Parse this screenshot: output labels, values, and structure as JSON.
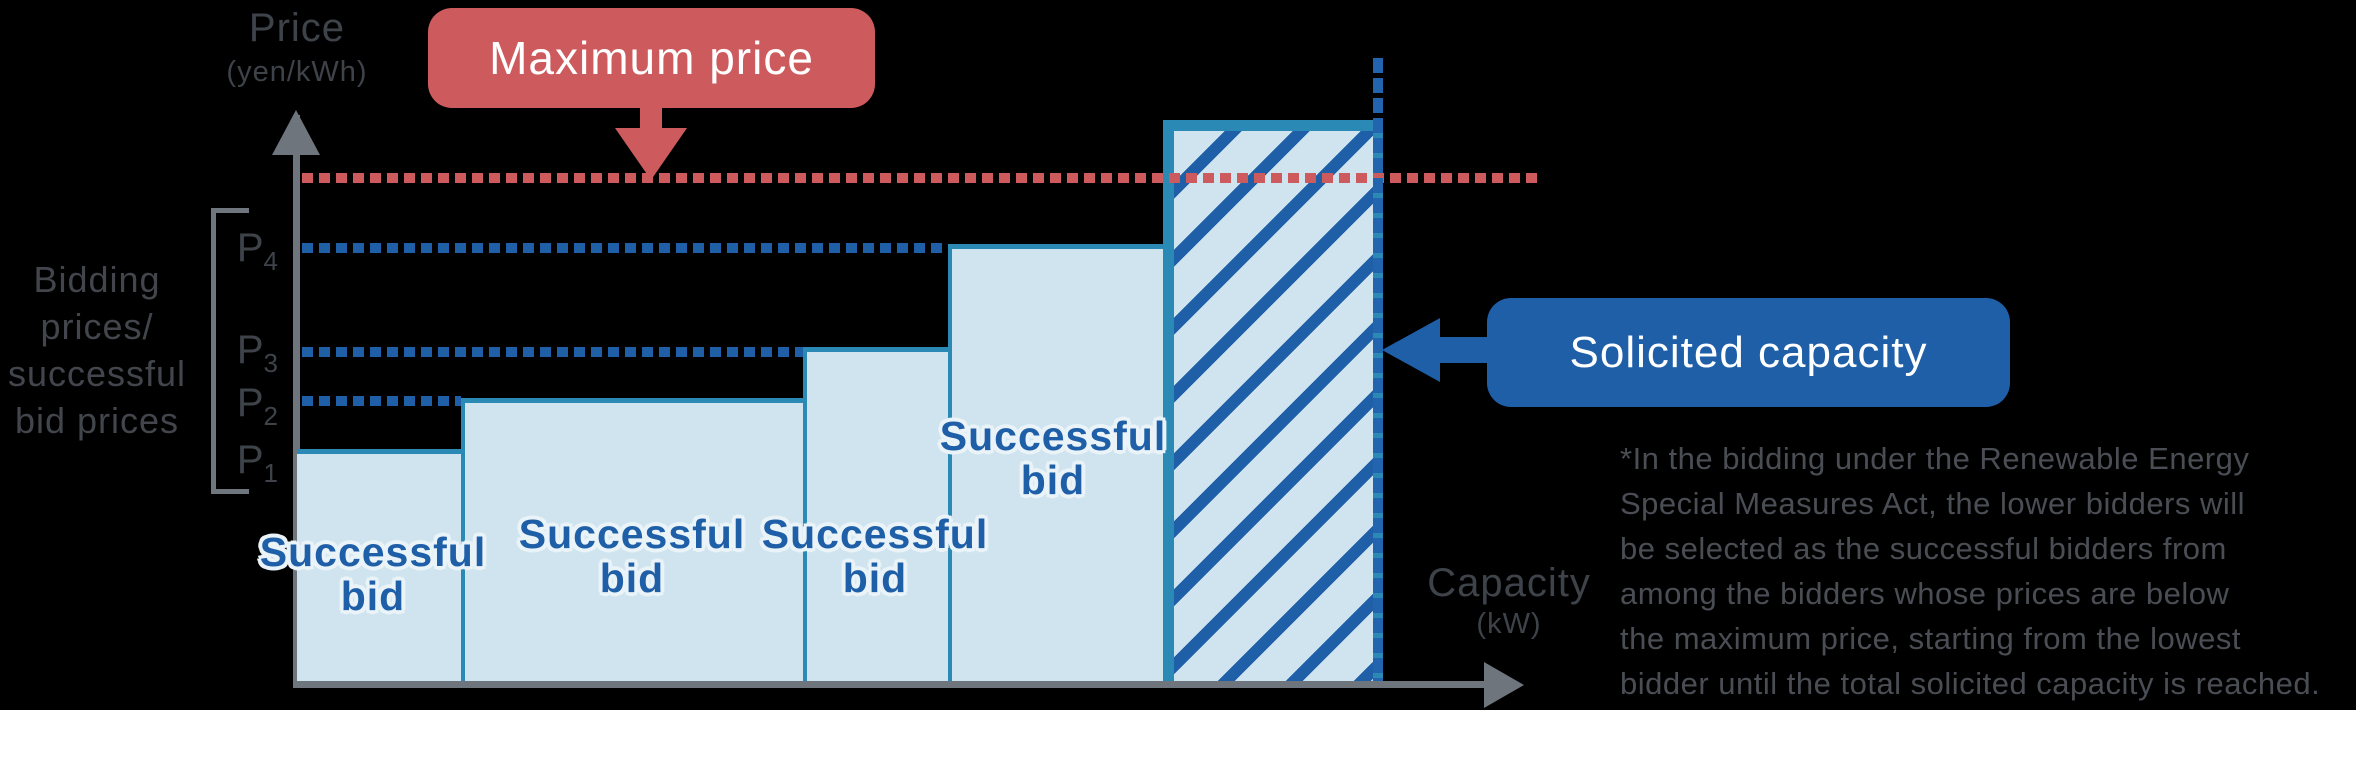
{
  "axis": {
    "y_label": "Price",
    "y_unit": "(yen/kWh)",
    "x_label": "Capacity",
    "x_unit": "(kW)"
  },
  "callouts": {
    "max_price": "Maximum price",
    "solicited_capacity": "Solicited capacity"
  },
  "y_axis_group": {
    "lines": [
      "Bidding",
      "prices/",
      "successful",
      "bid prices"
    ]
  },
  "price_ticks": [
    {
      "base": "P",
      "sub": "4"
    },
    {
      "base": "P",
      "sub": "3"
    },
    {
      "base": "P",
      "sub": "2"
    },
    {
      "base": "P",
      "sub": "1"
    }
  ],
  "bars": [
    {
      "price_tick": "P1",
      "status": "successful",
      "label": [
        "Successful",
        "bid"
      ]
    },
    {
      "price_tick": "P2",
      "status": "successful",
      "label": [
        "Successful",
        "bid"
      ]
    },
    {
      "price_tick": "P3",
      "status": "successful",
      "label": [
        "Successful",
        "bid"
      ]
    },
    {
      "price_tick": "P4",
      "status": "successful",
      "label": [
        "Successful",
        "bid"
      ]
    },
    {
      "price_tick": "above maximum price",
      "status": "unsuccessful",
      "label": []
    }
  ],
  "guide_lines": {
    "maximum_price_line": "red dotted horizontal",
    "bid_price_lines": [
      "P4",
      "P3",
      "P2"
    ],
    "solicited_capacity_line": "blue dashed vertical"
  },
  "footnote": {
    "lines": [
      "*In the bidding under the Renewable Energy",
      "Special Measures Act, the lower bidders will",
      "be selected as the successful bidders from",
      "among the bidders whose prices are below",
      "the maximum price, starting from the lowest",
      "bidder until the total solicited capacity is reached."
    ]
  },
  "colors": {
    "red": "#cd5b5e",
    "blue": "#1e5fa8",
    "teal": "#2a8ab5",
    "light_blue": "#cfe4ee",
    "axis_gray": "#6e757d",
    "label_gray": "#3e434a",
    "footnote_gray": "#4a4e54",
    "background": "#000000"
  }
}
